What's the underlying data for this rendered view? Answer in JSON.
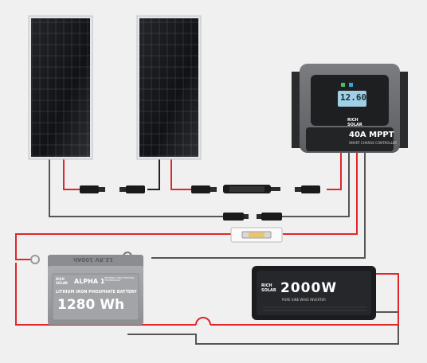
{
  "controller": {
    "display_value": "12.60",
    "brand_line1": "RICH",
    "brand_line2": "SOLAR",
    "model": "40A MPPT",
    "subtitle": "SMART CHARGE CONTROLLER"
  },
  "battery": {
    "model": "ALPHA 1",
    "tag": "INTERNAL SELF HEATING TECHNOLOGY",
    "chemistry": "LITHIUM IRON PHOSPHATE BATTERY",
    "capacity": "1280 Wh",
    "brand_line1": "RICH",
    "brand_line2": "SOLAR",
    "top_label": "12.8V 100Ah"
  },
  "inverter": {
    "brand_line1": "RICH",
    "brand_line2": "SOLAR",
    "power": "2000W",
    "subtitle": "PURE SINE WAVE INVERTER"
  },
  "colors": {
    "background": "#f0f0f0",
    "positive_wire": "#e0262b",
    "negative_wire": "#555555",
    "panel_cell": "#101216",
    "battery_body": "#9a9c9f",
    "inverter_body": "#1b1c1e",
    "controller_body": "#6f7073"
  }
}
